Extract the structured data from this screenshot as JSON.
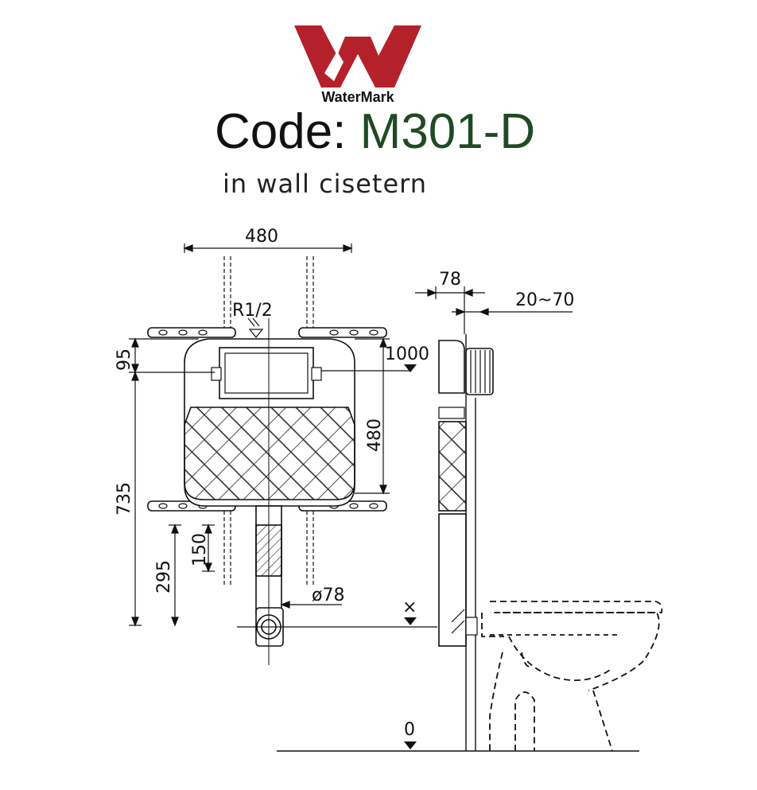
{
  "brand": {
    "logo_text": "WaterMark",
    "logo_color": "#b5212b"
  },
  "header": {
    "code_label": "Code: ",
    "code_value": "M301-D",
    "code_value_color": "#1f4a23",
    "subtitle": "in wall cisetern"
  },
  "dimensions": {
    "top_width": "480",
    "inlet": "R1/2",
    "upper_height": "95",
    "total_height": "735",
    "bracket_height": "480",
    "button_height": "1000",
    "pipe_length": "150",
    "outlet_height": "295",
    "pipe_diameter": "ø78",
    "depth": "78",
    "wall_gap": "20~70",
    "outlet_marker": "×",
    "floor_level": "0"
  }
}
